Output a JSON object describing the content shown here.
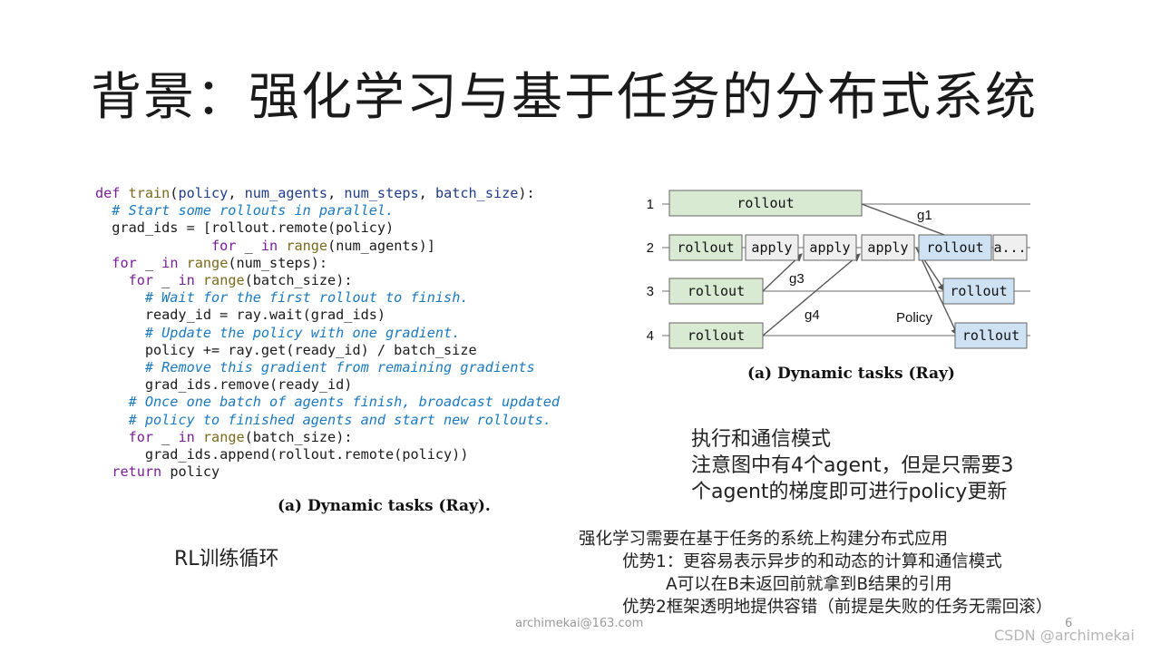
{
  "title": "背景：强化学习与基于任务的分布式系统",
  "code": {
    "lines": [
      [
        [
          "kw",
          "def "
        ],
        [
          "fn",
          "train"
        ],
        [
          "p",
          "("
        ],
        [
          "nm",
          "policy"
        ],
        [
          "p",
          ", "
        ],
        [
          "nm",
          "num_agents"
        ],
        [
          "p",
          ", "
        ],
        [
          "nm",
          "num_steps"
        ],
        [
          "p",
          ", "
        ],
        [
          "nm",
          "batch_size"
        ],
        [
          "p",
          "):"
        ]
      ],
      [
        [
          "p",
          "  "
        ],
        [
          "cm",
          "# Start some rollouts in parallel."
        ]
      ],
      [
        [
          "p",
          "  grad_ids = [rollout.remote(policy)"
        ]
      ],
      [
        [
          "p",
          "              "
        ],
        [
          "kw",
          "for"
        ],
        [
          "p",
          " _ "
        ],
        [
          "kw",
          "in"
        ],
        [
          "p",
          " "
        ],
        [
          "fn",
          "range"
        ],
        [
          "p",
          "(num_agents)]"
        ]
      ],
      [
        [
          "p",
          "  "
        ],
        [
          "kw",
          "for"
        ],
        [
          "p",
          " _ "
        ],
        [
          "kw",
          "in"
        ],
        [
          "p",
          " "
        ],
        [
          "fn",
          "range"
        ],
        [
          "p",
          "(num_steps):"
        ]
      ],
      [
        [
          "p",
          "    "
        ],
        [
          "kw",
          "for"
        ],
        [
          "p",
          " _ "
        ],
        [
          "kw",
          "in"
        ],
        [
          "p",
          " "
        ],
        [
          "fn",
          "range"
        ],
        [
          "p",
          "(batch_size):"
        ]
      ],
      [
        [
          "p",
          "      "
        ],
        [
          "cm",
          "# Wait for the first rollout to finish."
        ]
      ],
      [
        [
          "p",
          "      ready_id = ray.wait(grad_ids)"
        ]
      ],
      [
        [
          "p",
          "      "
        ],
        [
          "cm",
          "# Update the policy with one gradient."
        ]
      ],
      [
        [
          "p",
          "      policy += ray.get(ready_id) / batch_size"
        ]
      ],
      [
        [
          "p",
          "      "
        ],
        [
          "cm",
          "# Remove this gradient from remaining gradients"
        ]
      ],
      [
        [
          "p",
          "      grad_ids.remove(ready_id)"
        ]
      ],
      [
        [
          "p",
          "    "
        ],
        [
          "cm",
          "# Once one batch of agents finish, broadcast updated"
        ]
      ],
      [
        [
          "p",
          "    "
        ],
        [
          "cm",
          "# policy to finished agents and start new rollouts."
        ]
      ],
      [
        [
          "p",
          "    "
        ],
        [
          "kw",
          "for"
        ],
        [
          "p",
          " _ "
        ],
        [
          "kw",
          "in"
        ],
        [
          "p",
          " "
        ],
        [
          "fn",
          "range"
        ],
        [
          "p",
          "(batch_size):"
        ]
      ],
      [
        [
          "p",
          "      grad_ids.append(rollout.remote(policy))"
        ]
      ],
      [
        [
          "p",
          "  "
        ],
        [
          "kw",
          "return"
        ],
        [
          "p",
          " policy"
        ]
      ]
    ],
    "caption": "(a) Dynamic tasks (Ray)."
  },
  "diagram": {
    "caption": "(a) Dynamic tasks (Ray)",
    "rows": [
      "1",
      "2",
      "3",
      "4"
    ],
    "boxes": [
      {
        "text": "rollout",
        "kind": "green"
      },
      {
        "text": "rollout",
        "kind": "green"
      },
      {
        "text": "apply",
        "kind": "gray"
      },
      {
        "text": "apply",
        "kind": "gray"
      },
      {
        "text": "apply",
        "kind": "gray"
      },
      {
        "text": "rollout",
        "kind": "blue"
      },
      {
        "text": "a...",
        "kind": "gray"
      },
      {
        "text": "rollout",
        "kind": "green"
      },
      {
        "text": "rollout",
        "kind": "blue"
      },
      {
        "text": "rollout",
        "kind": "green"
      },
      {
        "text": "rollout",
        "kind": "blue"
      }
    ],
    "labels": [
      "g1",
      "g3",
      "g4",
      "Policy"
    ],
    "colors": {
      "green": "#d9ead3",
      "gray": "#efefef",
      "blue": "#cfe2f3",
      "border": "#666666",
      "line": "#555555"
    }
  },
  "rl_loop": "RL训练循环",
  "exec_note": [
    "执行和通信模式",
    "注意图中有4个agent，但是只需要3",
    "个agent的梯度即可进行policy更新"
  ],
  "summary": [
    "强化学习需要在基于任务的系统上构建分布式应用",
    "优势1：更容易表示异步的和动态的计算和通信模式",
    "A可以在B未返回前就拿到B结果的引用",
    "优势2框架透明地提供容错（前提是失败的任务无需回滚）"
  ],
  "footer": {
    "email": "archimekai@163.com",
    "page": "6",
    "watermark": "CSDN @archimekai"
  }
}
